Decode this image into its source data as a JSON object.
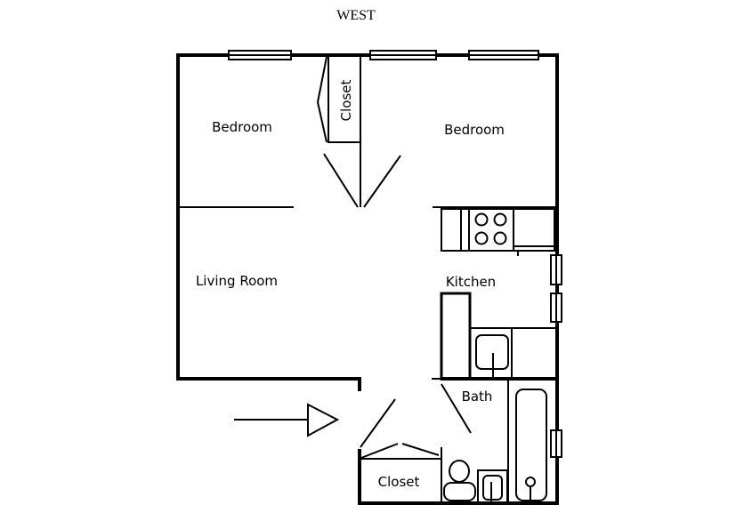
{
  "compass": {
    "label": "WEST"
  },
  "rooms": {
    "bedroom_left": "Bedroom",
    "closet_top": "Closet",
    "bedroom_right": "Bedroom",
    "living_room": "Living Room",
    "kitchen": "Kitchen",
    "bath": "Bath",
    "closet_entry": "Closet"
  },
  "colors": {
    "ink": "#000000",
    "background": "#ffffff"
  }
}
